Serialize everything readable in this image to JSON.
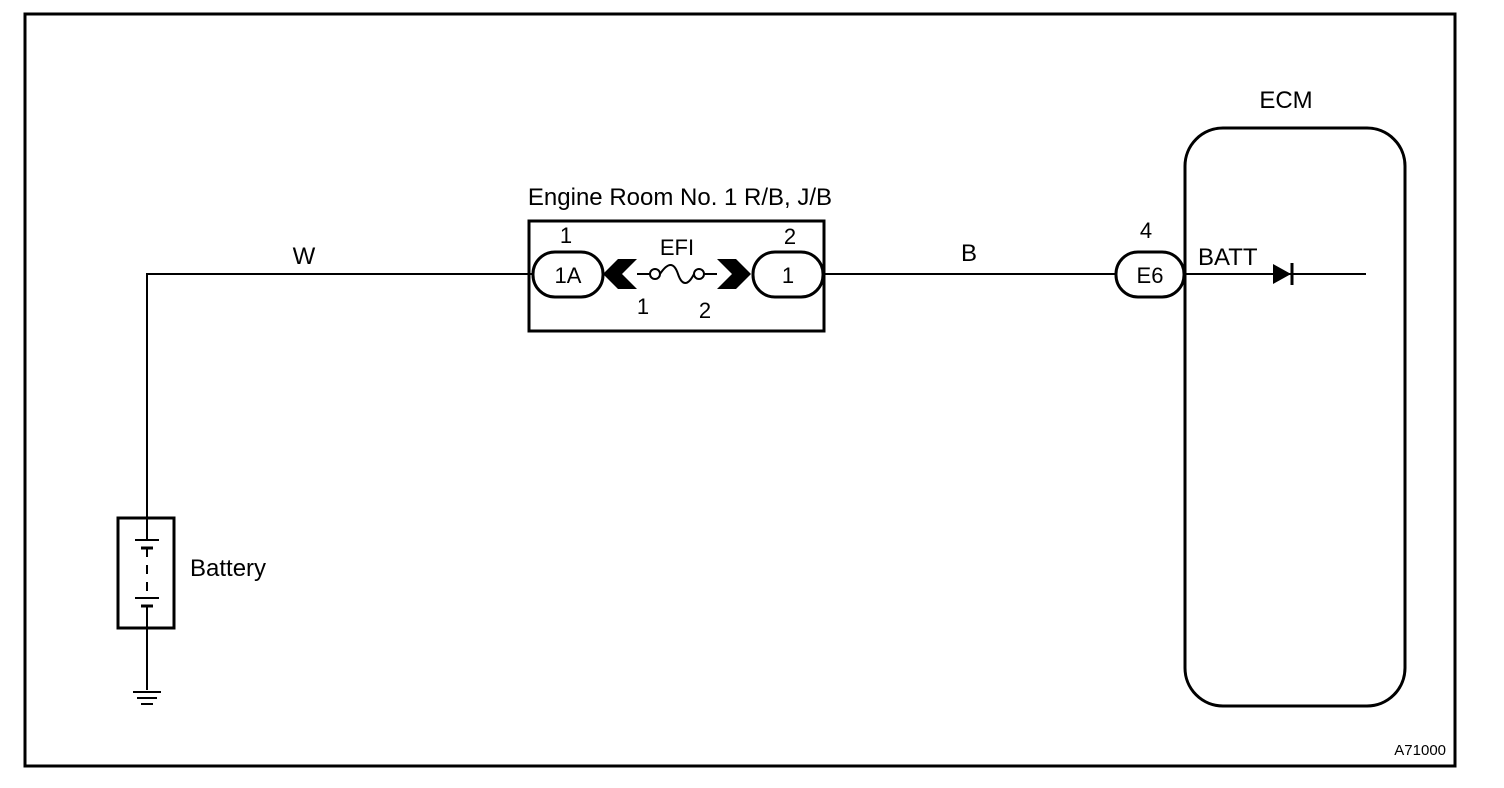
{
  "diagram": {
    "relay_block_label": "Engine Room No. 1 R/B, J/B",
    "ecm_label": "ECM",
    "battery_label": "Battery",
    "wire_w_label": "W",
    "wire_b_label": "B",
    "fuse_label": "EFI",
    "fuse_in_pin_top": "1",
    "fuse_out_pin_top": "2",
    "fuse_in_pin_bottom": "1",
    "fuse_out_pin_bottom": "2",
    "connector_1a_label": "1A",
    "connector_1_label": "1",
    "connector_e6_label": "E6",
    "connector_e6_pin": "4",
    "batt_terminal_label": "BATT",
    "figure_id": "A71000"
  },
  "colors": {
    "line": "#000000",
    "background": "#ffffff"
  }
}
